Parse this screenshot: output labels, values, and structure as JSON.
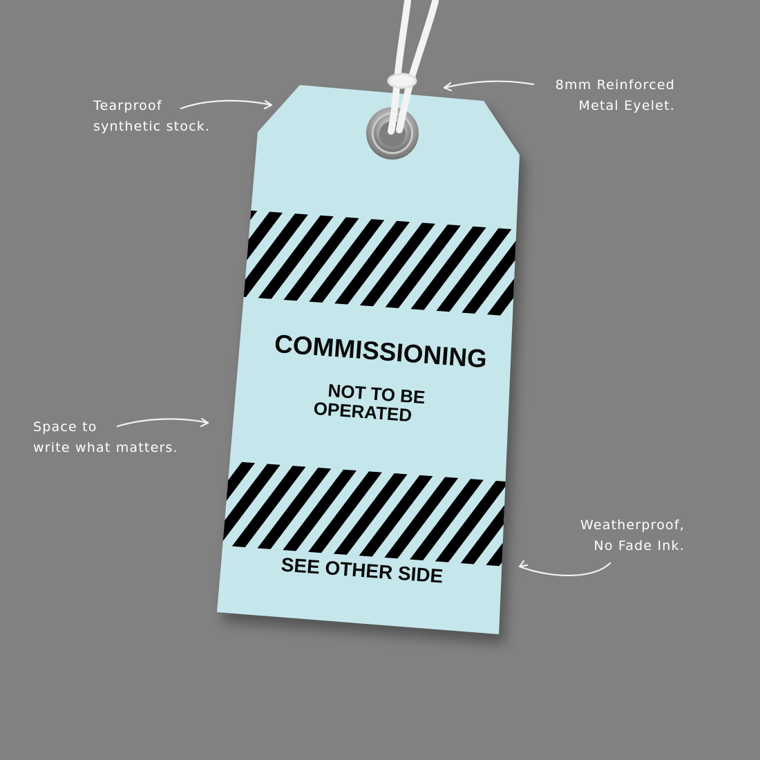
{
  "background_color": "#818181",
  "tag": {
    "color": "#c5e7ec",
    "stripe_color": "#000000",
    "title": "COMMISSIONING",
    "subtitle_line1": "NOT TO BE",
    "subtitle_line2": "OPERATED",
    "footer": "SEE OTHER SIDE",
    "eyelet_icon": "metal-eyelet-icon",
    "string_icon": "string-loop-icon"
  },
  "annotations": [
    {
      "id": "tearproof",
      "lines": [
        "Tearproof",
        "synthetic stock."
      ],
      "arrow": "arrow-right-icon"
    },
    {
      "id": "eyelet",
      "lines": [
        "8mm Reinforced",
        "Metal Eyelet."
      ],
      "arrow": "arrow-left-icon"
    },
    {
      "id": "space",
      "lines": [
        "Space to",
        "write what matters."
      ],
      "arrow": "arrow-right-icon"
    },
    {
      "id": "weatherproof",
      "lines": [
        "Weatherproof,",
        "No Fade Ink."
      ],
      "arrow": "arrow-left-icon"
    }
  ]
}
